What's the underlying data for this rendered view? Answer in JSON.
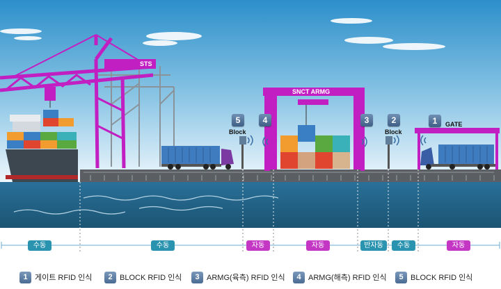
{
  "crane_labels": {
    "sts": "STS",
    "armg": "SNCT ARMG",
    "gate": "GATE"
  },
  "markers": [
    {
      "num": "5",
      "text": "Block"
    },
    {
      "num": "4",
      "text": ""
    },
    {
      "num": "3",
      "text": ""
    },
    {
      "num": "2",
      "text": "Block"
    },
    {
      "num": "1",
      "text": ""
    }
  ],
  "zones": [
    {
      "label": "수동",
      "style": "teal"
    },
    {
      "label": "수동",
      "style": "teal"
    },
    {
      "label": "자동",
      "style": "mag"
    },
    {
      "label": "자동",
      "style": "mag"
    },
    {
      "label": "반자동",
      "style": "teal"
    },
    {
      "label": "수동",
      "style": "teal"
    },
    {
      "label": "자동",
      "style": "mag"
    }
  ],
  "legend": [
    {
      "num": "1",
      "text": "게이트 RFID 인식"
    },
    {
      "num": "2",
      "text": "BLOCK RFID 인식"
    },
    {
      "num": "3",
      "text": "ARMG(육측) RFID 인식"
    },
    {
      "num": "4",
      "text": "ARMG(해측) RFID 인식"
    },
    {
      "num": "5",
      "text": "BLOCK RFID 인식"
    }
  ],
  "colors": {
    "crane": "#c21fc2",
    "zone_auto": "#c437c4",
    "zone_manual": "#2a93b0",
    "sea": "#1f5f80",
    "sky_top": "#2c8fca"
  }
}
